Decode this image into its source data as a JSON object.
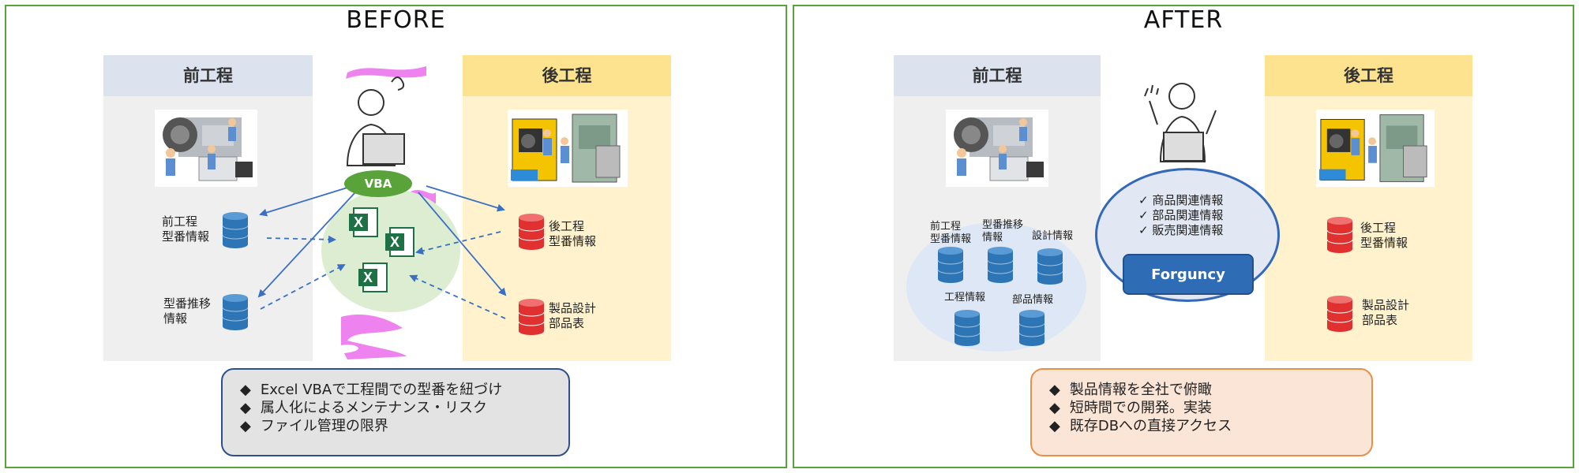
{
  "before": {
    "title": "BEFORE",
    "left_header": "前工程",
    "right_header": "後工程",
    "vba_label": "VBA",
    "left_db": [
      {
        "line1": "前工程",
        "line2": "型番情報"
      },
      {
        "line1": "型番推移",
        "line2": "情報"
      }
    ],
    "right_db": [
      {
        "line1": "後工程",
        "line2": "型番情報"
      },
      {
        "line1": "製品設計",
        "line2": "部品表"
      }
    ],
    "notes": [
      "Excel VBAで工程間での型番を紐づけ",
      "属人化によるメンテナンス・リスク",
      "ファイル管理の限界"
    ]
  },
  "after": {
    "title": "AFTER",
    "left_header": "前工程",
    "right_header": "後工程",
    "left_db": [
      {
        "line1": "前工程",
        "line2": "型番情報"
      },
      {
        "line1": "型番推移",
        "line2": "情報"
      },
      {
        "line1": "設計情報",
        "line2": ""
      },
      {
        "line1": "工程情報",
        "line2": ""
      },
      {
        "line1": "部品情報",
        "line2": ""
      }
    ],
    "checklist": [
      "✓ 商品関連情報",
      "✓ 部品関連情報",
      "✓ 販売関連情報"
    ],
    "forguncy_label": "Forguncy",
    "right_db": [
      {
        "line1": "後工程",
        "line2": "型番情報"
      },
      {
        "line1": "製品設計",
        "line2": "部品表"
      }
    ],
    "notes": [
      "製品情報を全社で俯瞰",
      "短時間での開発。実装",
      "既存DBへの直接アクセス"
    ]
  },
  "bullet_symbol": "◆",
  "colors": {
    "panel_border": "#5aa33a",
    "db_blue": "#2e75b6",
    "db_red": "#e03030",
    "arrow_blue": "#3a6fc6",
    "pink": "#ee82ee",
    "excel_green": "#1e7145"
  }
}
